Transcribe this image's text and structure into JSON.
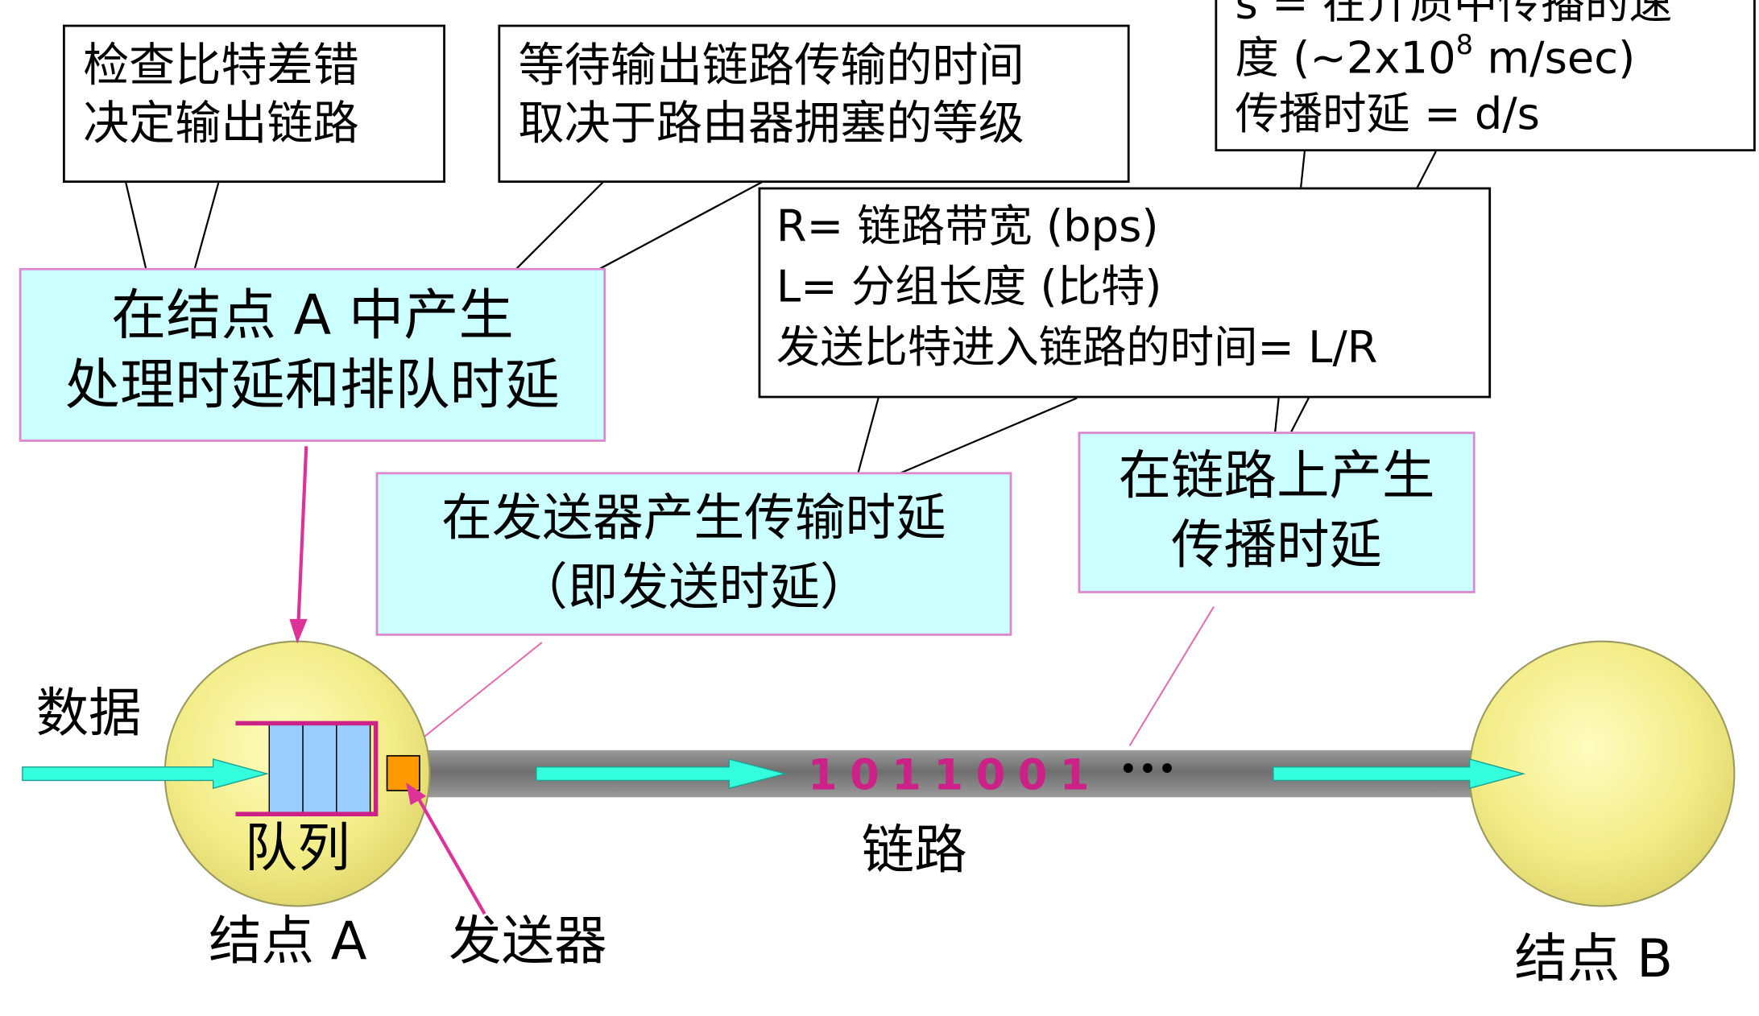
{
  "callouts": {
    "check": {
      "line1": "检查比特差错",
      "line2": "决定输出链路"
    },
    "queue_wait": {
      "line1": "等待输出链路传输的时间",
      "line2": "取决于路由器拥塞的等级"
    },
    "propagation": {
      "line1": "s = 在介质中传播的速",
      "line2_pre": "度 (~2x10",
      "line2_sup": "8",
      "line2_post": " m/sec)",
      "line3": "传播时延 = d/s"
    },
    "transmission": {
      "line1": "R= 链路带宽 (bps)",
      "line2": "L= 分组长度 (比特)",
      "line3": "发送比特进入链路的时间= L/R"
    }
  },
  "labels": {
    "node_a_delay": {
      "line1": "在结点 A 中产生",
      "line2": "处理时延和排队时延"
    },
    "sender_delay": {
      "line1": "在发送器产生传输时延",
      "line2": "（即发送时延）"
    },
    "link_delay": {
      "line1": "在链路上产生",
      "line2": "传播时延"
    },
    "data": "数据",
    "queue": "队列",
    "node_a": "结点 A",
    "sender": "发送器",
    "link": "链路",
    "node_b": "结点 B",
    "bits": "1011001",
    "ellipsis": "•••"
  },
  "colors": {
    "callout_fill": "#ffffff",
    "label_fill": "#ccffff",
    "label_border": "#dd88cc",
    "node_fill": "#f4f08c",
    "queue_cell": "#99ccff",
    "sender": "#ff9900",
    "arrow": "#33ffdd",
    "bits": "#cc2288",
    "pointer": "#dd3399"
  }
}
